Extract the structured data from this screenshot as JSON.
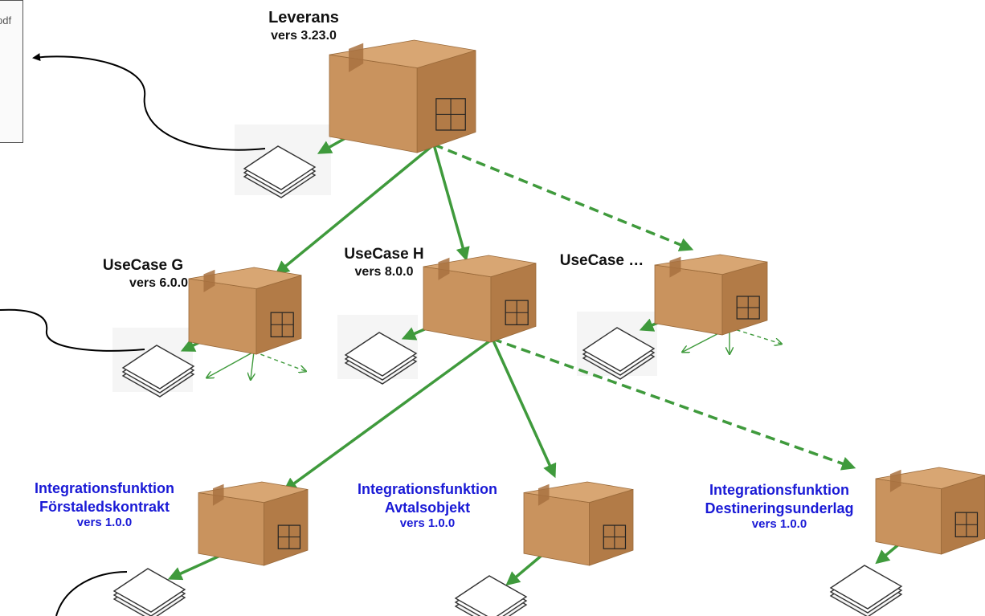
{
  "preview": {
    "snippet": "pdf"
  },
  "nodes": {
    "root": {
      "name": "Leverans",
      "version": "vers 3.23.0"
    },
    "usecase_g": {
      "name": "UseCase G",
      "version": "vers 6.0.0"
    },
    "usecase_h": {
      "name": "UseCase H",
      "version": "vers 8.0.0"
    },
    "usecase_more": {
      "name": "UseCase …"
    },
    "int_forstaled": {
      "name1": "Integrationsfunktion",
      "name2": "Förstaledskontrakt",
      "version": "vers 1.0.0"
    },
    "int_avtal": {
      "name1": "Integrationsfunktion",
      "name2": "Avtalsobjekt",
      "version": "vers 1.0.0"
    },
    "int_destinering": {
      "name1": "Integrationsfunktion",
      "name2": "Destineringsunderlag",
      "version": "vers 1.0.0"
    }
  },
  "colors": {
    "arrow": "#3f9a3c",
    "box": "#c9935e",
    "box_top": "#d8a673",
    "box_side": "#b27b47",
    "tape": "#a8713f",
    "int_label": "#1a1ad6"
  }
}
